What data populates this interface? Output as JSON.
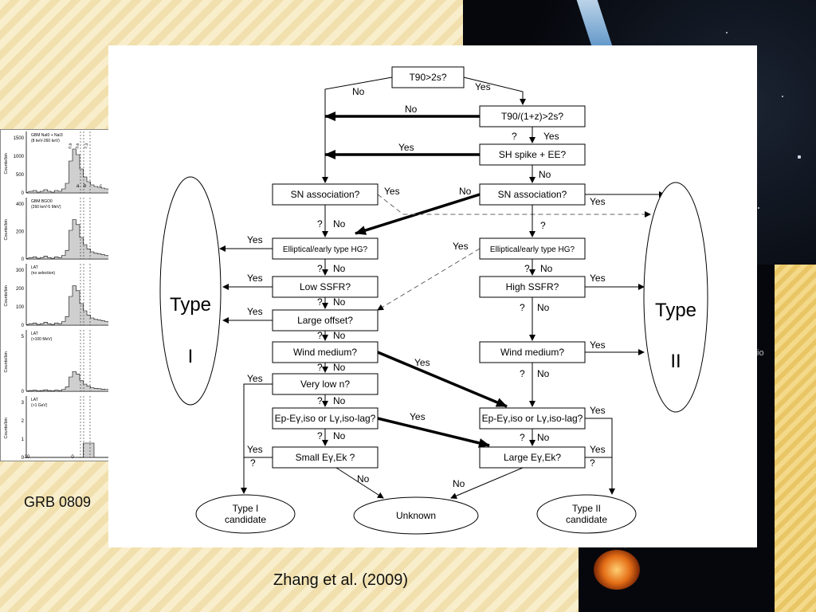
{
  "slide": {
    "caption_left": "GRB 0809",
    "citation": "Zhang et al. (2009)",
    "side_text": "io"
  },
  "lightcurves": {
    "panels": [
      {
        "label": "GBM NaI0 + NaI3\n(8 keV-260 keV)",
        "yticks": [
          "1500",
          "1000",
          "500",
          "0"
        ]
      },
      {
        "label": "GBM BGO0\n(260 keV-5 MeV)",
        "yticks": [
          "400",
          "200",
          "0"
        ]
      },
      {
        "label": "LAT\n(no selection)",
        "yticks": [
          "300",
          "200",
          "100",
          "0"
        ]
      },
      {
        "label": "LAT\n(>100 MeV)",
        "yticks": [
          "5",
          "0"
        ]
      },
      {
        "label": "LAT\n(>1 GeV)",
        "yticks": [
          "3",
          "2",
          "1",
          "0"
        ]
      }
    ],
    "ylabel": "Counts/bin",
    "xticks": [
      "-20",
      "0"
    ],
    "interval_marks": [
      "a",
      "b",
      "c"
    ],
    "top_marks": [
      "0.9",
      "3.6",
      "7.3"
    ]
  },
  "flowchart": {
    "nodes": {
      "t90": "T90>2s?",
      "t90z": "T90/(1+z)>2s?",
      "sh": "SH spike + EE?",
      "sn_l": "SN association?",
      "sn_r": "SN association?",
      "ell_l": "Elliptical/early type HG?",
      "ell_r": "Elliptical/early type HG?",
      "ssfr_l": "Low SSFR?",
      "ssfr_r": "High SSFR?",
      "off_l": "Large offset?",
      "wind_l": "Wind medium?",
      "wind_r": "Wind medium?",
      "lown": "Very low n?",
      "ep_l": "Ep-Eγ,iso or Lγ,iso-lag?",
      "ep_r": "Ep-Eγ,iso or Lγ,iso-lag?",
      "small": "Small Eγ,Ek ?",
      "large": "Large Eγ,Ek?",
      "type1": "Type I",
      "type2": "Type II",
      "cand1": "Type I candidate",
      "cand2": "Type II candidate",
      "unknown": "Unknown",
      "big_type1_word": "Type",
      "big_type1_num": "I",
      "big_type2_word": "Type",
      "big_type2_num": "II"
    },
    "labels": {
      "yes": "Yes",
      "no": "No",
      "q": "?"
    }
  },
  "colors": {
    "line": "#000000",
    "dashed": "#666666"
  }
}
